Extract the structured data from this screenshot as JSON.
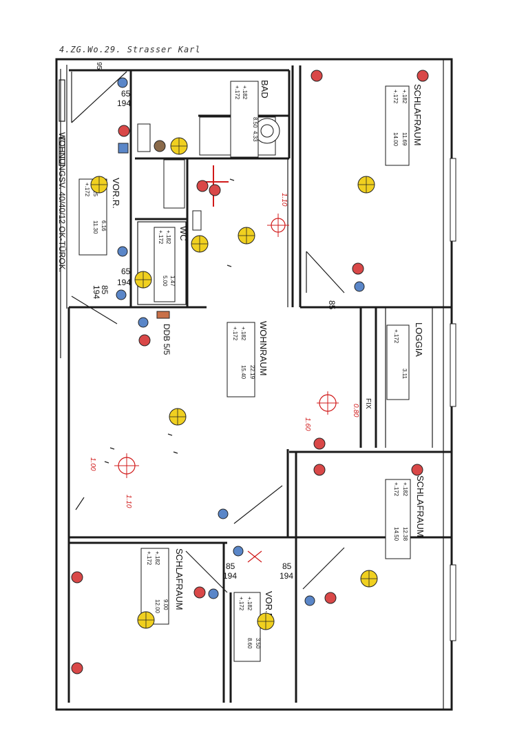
{
  "header": "4.ZG.Wo.29. Strasser Karl",
  "side_note": "WOHNUNGSV. 40/40/12  OK-TÜROK.",
  "wall_mark": "95",
  "rooms": {
    "bad": {
      "name": "BAD",
      "h1": "+.182",
      "h2": "+.172",
      "f": "4.33",
      "u": "8.50"
    },
    "schlaf1": {
      "name": "SCHLAFRAUM",
      "h1": "+.182",
      "h2": "+.172",
      "f": "11.69",
      "u": "14.00"
    },
    "vorr1": {
      "name": "VOR.R.",
      "h1": "+.825",
      "h2": "+.172",
      "f": "6.16",
      "u": "11.30"
    },
    "wc": {
      "name": "WC",
      "h1": "+.182",
      "h2": "+.172",
      "f": "1.47",
      "u": "5.00"
    },
    "wohn": {
      "name": "WOHNRAUM",
      "h1": "+.182",
      "h2": "+.172",
      "f": "22.19",
      "u": "15.40"
    },
    "loggia": {
      "name": "LOGGIA",
      "h1": "+.172",
      "h2": "",
      "f": "3.11",
      "u": ""
    },
    "schlaf2": {
      "name": "SCHLAFRAUM",
      "h1": "+.182",
      "h2": "+.172",
      "f": "12.38",
      "u": "14.50"
    },
    "schlaf3": {
      "name": "SCHLAFRAUM",
      "h1": "+.182",
      "h2": "+.172",
      "f": "9.00",
      "u": "12.00"
    },
    "vorr2": {
      "name": "VOR.R.",
      "h1": "+.182",
      "h2": "+.172",
      "f": "3.50",
      "u": "8.60"
    }
  },
  "doors": {
    "d1a": "65",
    "d1b": "194",
    "d2a": "65",
    "d2b": "194",
    "d3a": "85",
    "d3b": "194",
    "d4a": "85",
    "d5a": "85",
    "d5b": "194",
    "d6a": "85",
    "d6b": "194"
  },
  "notes": {
    "ddb": "DDB 5/5",
    "fix": "FIX",
    "r1": "0.80",
    "r2": "1.60",
    "r3": "1.00",
    "r4": "1.10",
    "r5": "1.10"
  },
  "colors": {
    "red_fixture": "#d94848",
    "blue_fixture": "#5a86c8",
    "yellow_fixture": "#f0d020",
    "ink": "#1a1a1a",
    "redline": "#d01818"
  }
}
